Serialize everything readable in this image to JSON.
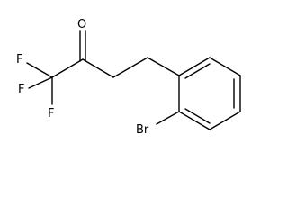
{
  "molecule": {
    "atoms": {
      "oxygen": "O",
      "fluorine_top": "F",
      "fluorine_left": "F",
      "fluorine_bottom": "F",
      "bromine": "Br"
    },
    "colors": {
      "bond": "#000000",
      "text": "#000000",
      "background": "#ffffff"
    }
  }
}
